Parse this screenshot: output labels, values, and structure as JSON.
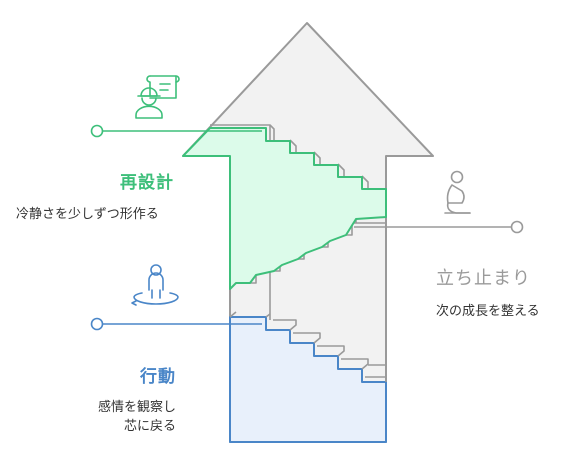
{
  "colors": {
    "green": "#3dbf7a",
    "green_fill": "#dcfbea",
    "blue": "#4a86c8",
    "blue_fill": "#e8f0fb",
    "gray": "#9a9a9a",
    "gray_fill": "#f2f2f2"
  },
  "icons": {
    "redesign": "engineer-with-blueprint-icon",
    "rest": "kneeling-person-icon",
    "action": "person-with-rotation-icon"
  },
  "redesign": {
    "title": "再設計",
    "desc": "冷静さを少しずつ形作る"
  },
  "rest": {
    "title": "立ち止まり",
    "desc": "次の成長を整える"
  },
  "action": {
    "title": "行動",
    "desc_line1": "感情を観察し",
    "desc_line2": "芯に戻る"
  }
}
